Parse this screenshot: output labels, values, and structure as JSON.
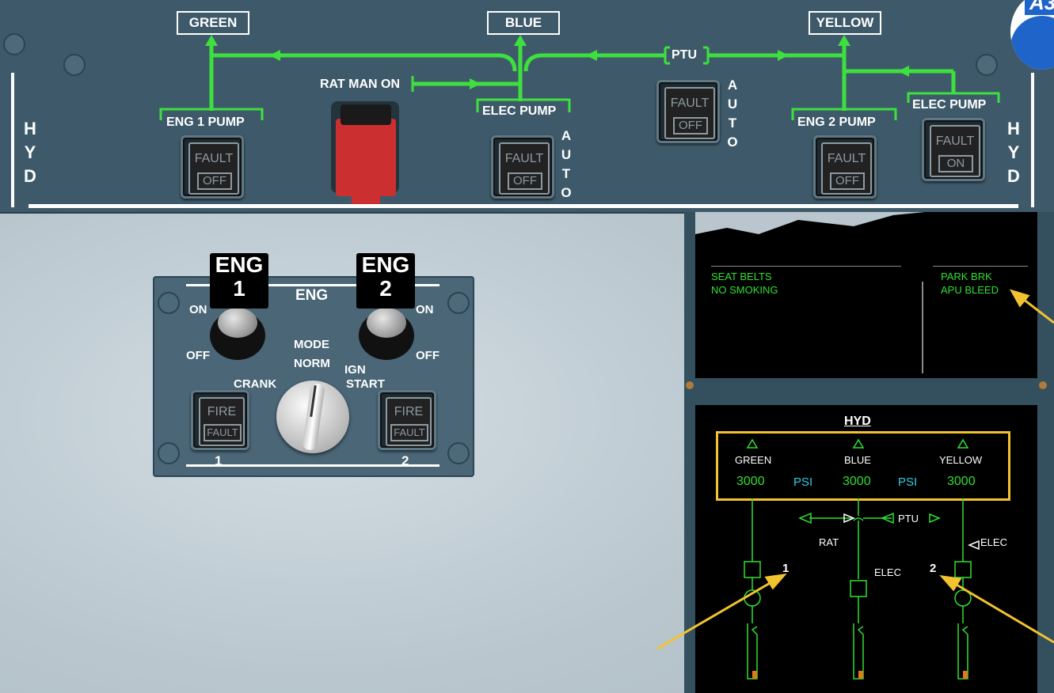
{
  "overhead": {
    "side_label": "HYD",
    "systems": {
      "green": "GREEN",
      "blue": "BLUE",
      "yellow": "YELLOW"
    },
    "ptu_label": "PTU",
    "rat_label": "RAT MAN ON",
    "eng1_pump": {
      "label": "ENG  1 PUMP",
      "fault": "FAULT",
      "state": "OFF"
    },
    "blue_elec_pump": {
      "label": "ELEC PUMP",
      "fault": "FAULT",
      "state": "OFF",
      "mode": "AUTO"
    },
    "ptu_pb": {
      "fault": "FAULT",
      "state": "OFF",
      "mode": "AUTO"
    },
    "eng2_pump": {
      "label": "ENG  2 PUMP",
      "fault": "FAULT",
      "state": "OFF"
    },
    "yellow_elec_pump": {
      "label": "ELEC PUMP",
      "fault": "FAULT",
      "state": "ON"
    },
    "badge": "A3"
  },
  "engine_panel": {
    "title": "ENG",
    "eng1_tag": {
      "line1": "ENG",
      "line2": "1"
    },
    "eng2_tag": {
      "line1": "ENG",
      "line2": "2"
    },
    "on": "ON",
    "off": "OFF",
    "mode": "MODE",
    "norm": "NORM",
    "crank": "CRANK",
    "ign": "IGN",
    "start": "START",
    "fire1": {
      "fire": "FIRE",
      "fault": "FAULT",
      "num": "1"
    },
    "fire2": {
      "fire": "FIRE",
      "fault": "FAULT",
      "num": "2"
    }
  },
  "ewd_memo": {
    "left": [
      "SEAT BELTS",
      "NO SMOKING"
    ],
    "right": [
      "PARK BRK",
      "APU BLEED"
    ]
  },
  "sd_hyd": {
    "title": "HYD",
    "green": {
      "name": "GREEN",
      "pressure": "3000"
    },
    "blue": {
      "name": "BLUE",
      "pressure": "3000"
    },
    "yellow": {
      "name": "YELLOW",
      "pressure": "3000"
    },
    "unit": "PSI",
    "ptu": "PTU",
    "rat": "RAT",
    "elec_blue": "ELEC",
    "elec_yellow": "ELEC",
    "pump1": "1",
    "pump2": "2"
  },
  "colors": {
    "green_line": "#3ee03e",
    "highlight": "#f2c230",
    "guard_red": "#cc2f2f"
  }
}
